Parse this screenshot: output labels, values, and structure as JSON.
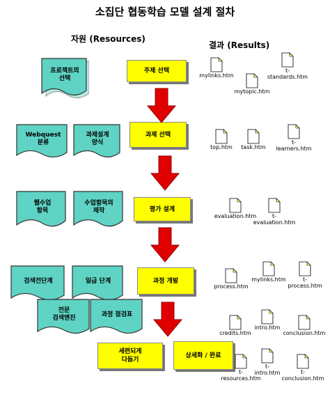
{
  "title": "소집단 협동학습 모델 설계 절차",
  "headers": {
    "resources": "자원 (Resources)",
    "results": "결과 (Results)"
  },
  "steps": [
    "주제 선택",
    "과제 선택",
    "평가 설계",
    "과정 개발",
    "세련되게\n다듬기",
    "상세화 / 완료"
  ],
  "resources": [
    "프로젝트의\n선택",
    "Webquest\n분류",
    "과제설계\n양식",
    "웹수업\n항목",
    "수업항목의\n제작",
    "검색전단계",
    "일급 단계",
    "전문\n검색엔진",
    "과정 점검표"
  ],
  "files": [
    "mylinks.htm",
    "t-\nstandards.htm",
    "mytopic.htm",
    "top.htm",
    "task.htm",
    "t-\nlearners.htm",
    "evaluation.htm",
    "t-\nevaluation.htm",
    "process.htm",
    "mylinks.htm",
    "t-\nprocess.htm",
    "credits.htm",
    "intro.htm",
    "conclusion.htm",
    "t-\nresources.htm",
    "t-\nintro.htm",
    "t-\nconclusion.htm"
  ],
  "colors": {
    "step_fill": "#ffff00",
    "resource_fill": "#5fd3c4",
    "arrow": "#e00000"
  }
}
